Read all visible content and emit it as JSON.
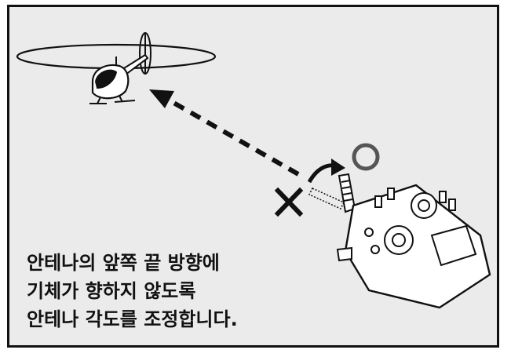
{
  "illustration": {
    "instruction_lines": [
      "안테나의 앞쪽 끝 방향에",
      "기체가 향하지 않도록",
      "안테나 각도를 조정합니다."
    ],
    "correct_symbol": "○",
    "incorrect_symbol": "✕"
  },
  "colors": {
    "background": "#ebebeb",
    "border": "#111111",
    "line": "#111111",
    "correct_mark": "#555555"
  }
}
